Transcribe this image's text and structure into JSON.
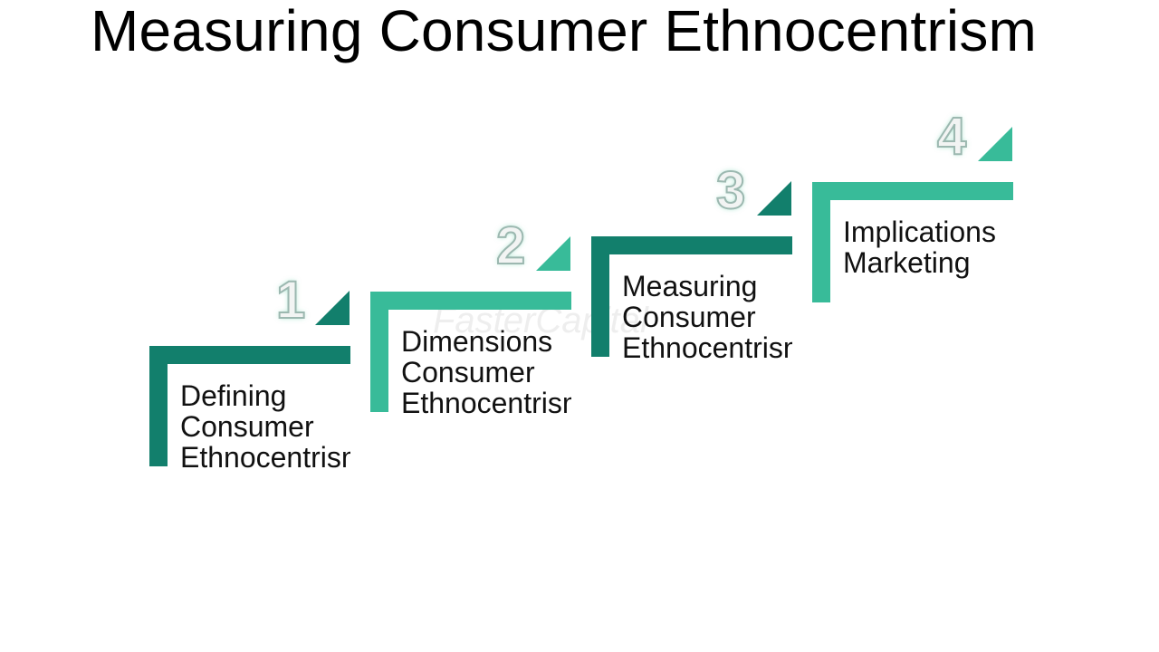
{
  "title": "Measuring Consumer Ethnocentrism",
  "watermark": "FasterCapital",
  "colors": {
    "dark_green": "#127f6c",
    "light_green": "#38bb99"
  },
  "steps": [
    {
      "number": "1",
      "label": "Defining\nConsumer\nEthnocentrism",
      "color": "#127f6c",
      "triangle_color": "#127f6c"
    },
    {
      "number": "2",
      "label": "Dimensions\nConsumer\nEthnocentrism",
      "color": "#38bb99",
      "triangle_color": "#38bb99"
    },
    {
      "number": "3",
      "label": "Measuring\nConsumer\nEthnocentrism",
      "color": "#127f6c",
      "triangle_color": "#127f6c"
    },
    {
      "number": "4",
      "label": "Implications\nMarketing",
      "color": "#38bb99",
      "triangle_color": "#38bb99"
    }
  ]
}
